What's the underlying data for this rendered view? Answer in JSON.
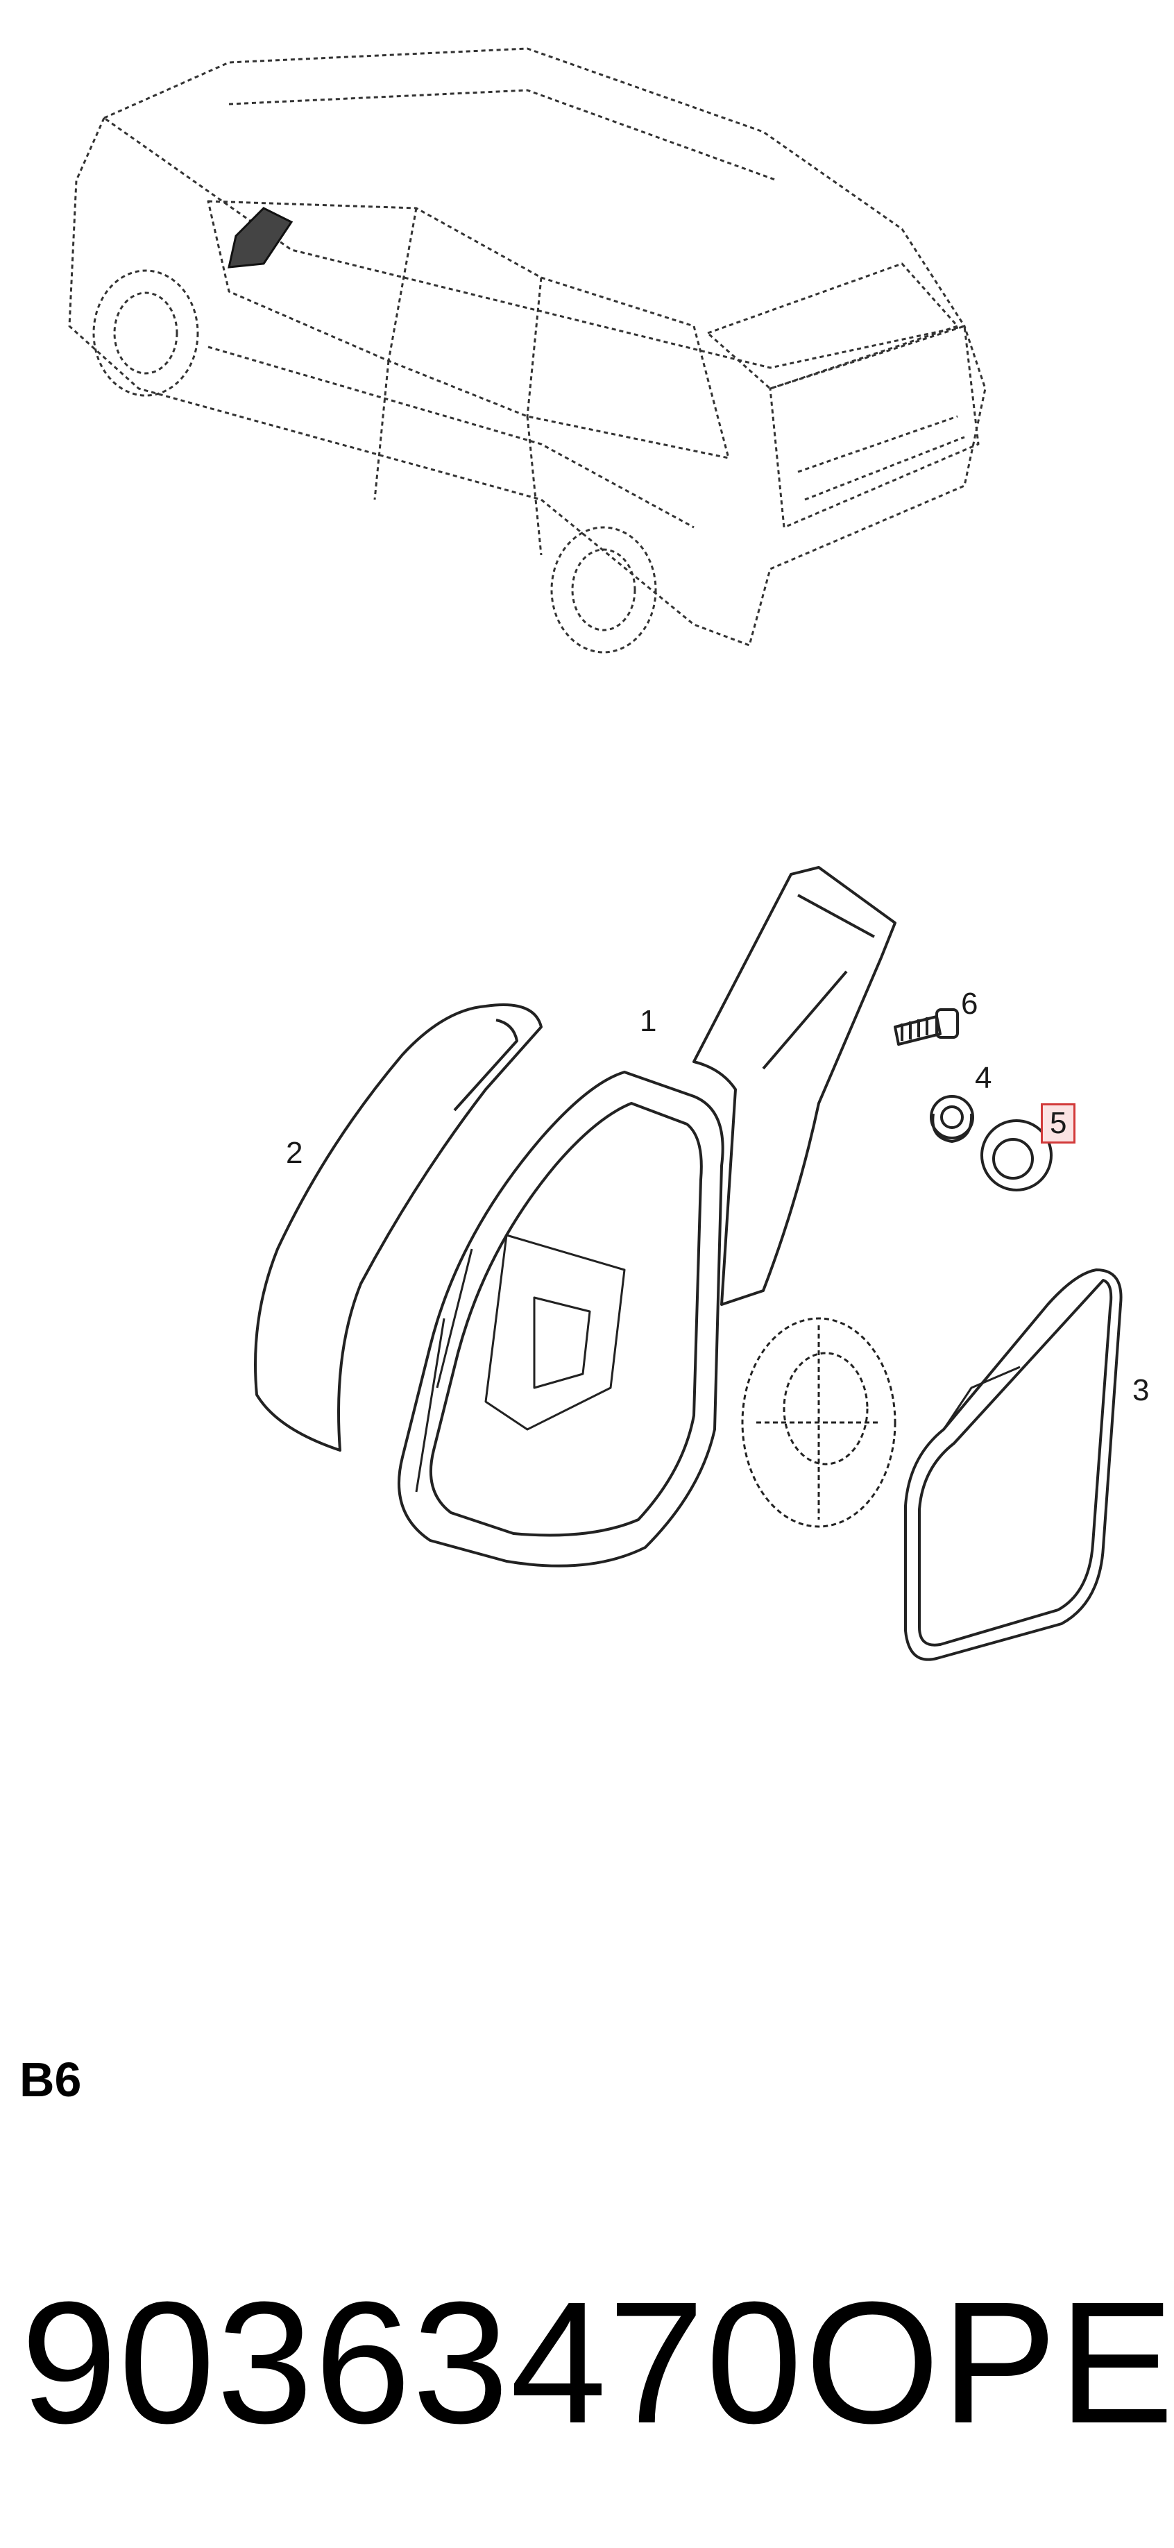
{
  "callouts": {
    "part_1": "1",
    "part_2": "2",
    "part_3": "3",
    "part_4": "4",
    "part_5": "5",
    "part_6": "6"
  },
  "highlighted_part": "5",
  "highlight_color": "#d23a3a",
  "section_code": "B6",
  "part_number": "90363470",
  "brand": "OPEL"
}
